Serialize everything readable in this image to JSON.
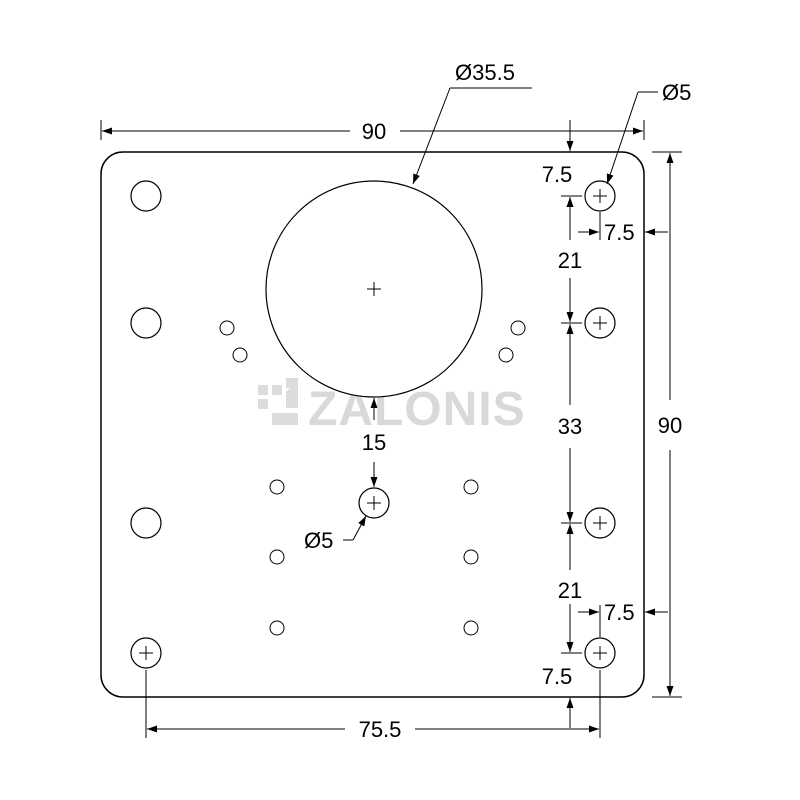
{
  "drawing": {
    "watermark": "ZALONIS",
    "dimensions": {
      "overall_width": "90",
      "overall_height": "90",
      "large_hole_diameter": "Ø35.5",
      "corner_hole_diameter": "Ø5",
      "center_hole_diameter": "Ø5",
      "top_offset": "7.5",
      "right_offset_top": "7.5",
      "right_offset_bottom": "7.5",
      "bottom_offset": "7.5",
      "spacing_upper": "21",
      "spacing_middle": "33",
      "spacing_lower": "21",
      "hole_to_center_offset": "15",
      "bottom_hole_span": "75.5"
    }
  }
}
